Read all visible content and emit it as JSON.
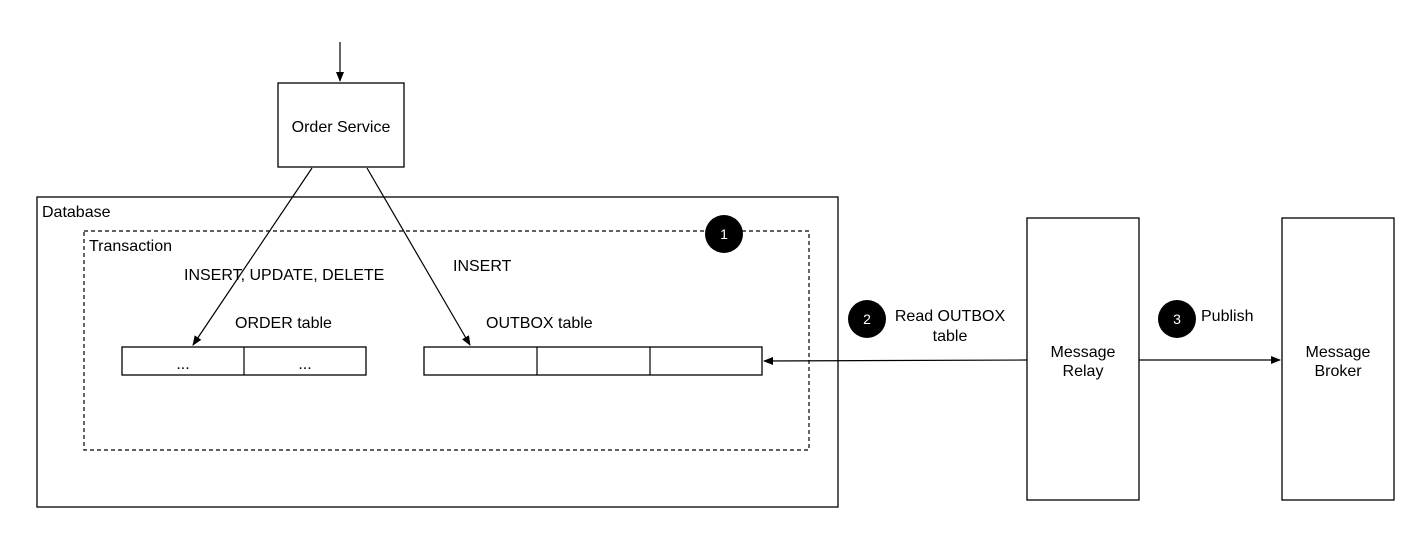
{
  "order_service": {
    "label": "Order Service"
  },
  "database": {
    "label": "Database"
  },
  "transaction": {
    "label": "Transaction"
  },
  "edges": {
    "insert_update_delete": "INSERT, UPDATE, DELETE",
    "insert": "INSERT",
    "read_outbox_line1": "Read OUTBOX",
    "read_outbox_line2": "table",
    "publish": "Publish"
  },
  "order_table": {
    "label": "ORDER table",
    "cells": [
      "...",
      "..."
    ]
  },
  "outbox_table": {
    "label": "OUTBOX table",
    "cells": [
      "",
      "",
      ""
    ]
  },
  "message_relay": {
    "line1": "Message",
    "line2": "Relay"
  },
  "message_broker": {
    "line1": "Message",
    "line2": "Broker"
  },
  "badges": {
    "step1": "1",
    "step2": "2",
    "step3": "3"
  }
}
